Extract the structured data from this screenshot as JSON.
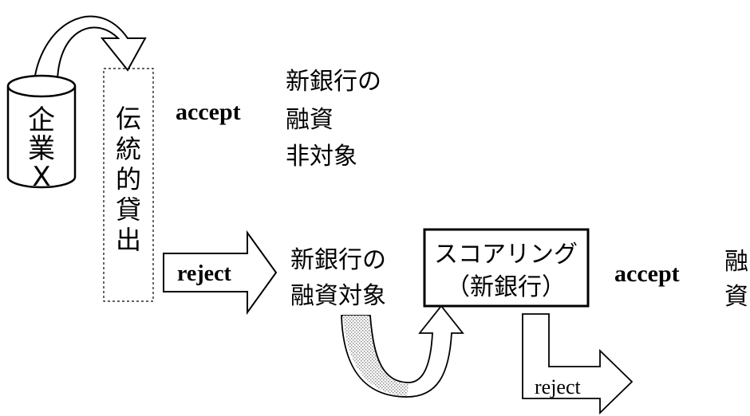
{
  "company": {
    "line1": "企",
    "line2": "業",
    "line3": "X"
  },
  "traditional_lending": {
    "chars": [
      "伝",
      "統",
      "的",
      "貸",
      "出"
    ]
  },
  "traditional_accept": {
    "label": "accept"
  },
  "non_target": {
    "line1": "新銀行の",
    "line2": "融資",
    "line3": "非対象"
  },
  "traditional_reject": {
    "label": "reject"
  },
  "new_bank_target": {
    "line1": "新銀行の",
    "line2": "融資対象"
  },
  "scoring": {
    "line1": "スコアリング",
    "line2": "（新銀行）"
  },
  "scoring_accept": {
    "label": "accept"
  },
  "loan_result": {
    "line1": "融",
    "line2": "資"
  },
  "scoring_reject": {
    "label": "reject"
  }
}
